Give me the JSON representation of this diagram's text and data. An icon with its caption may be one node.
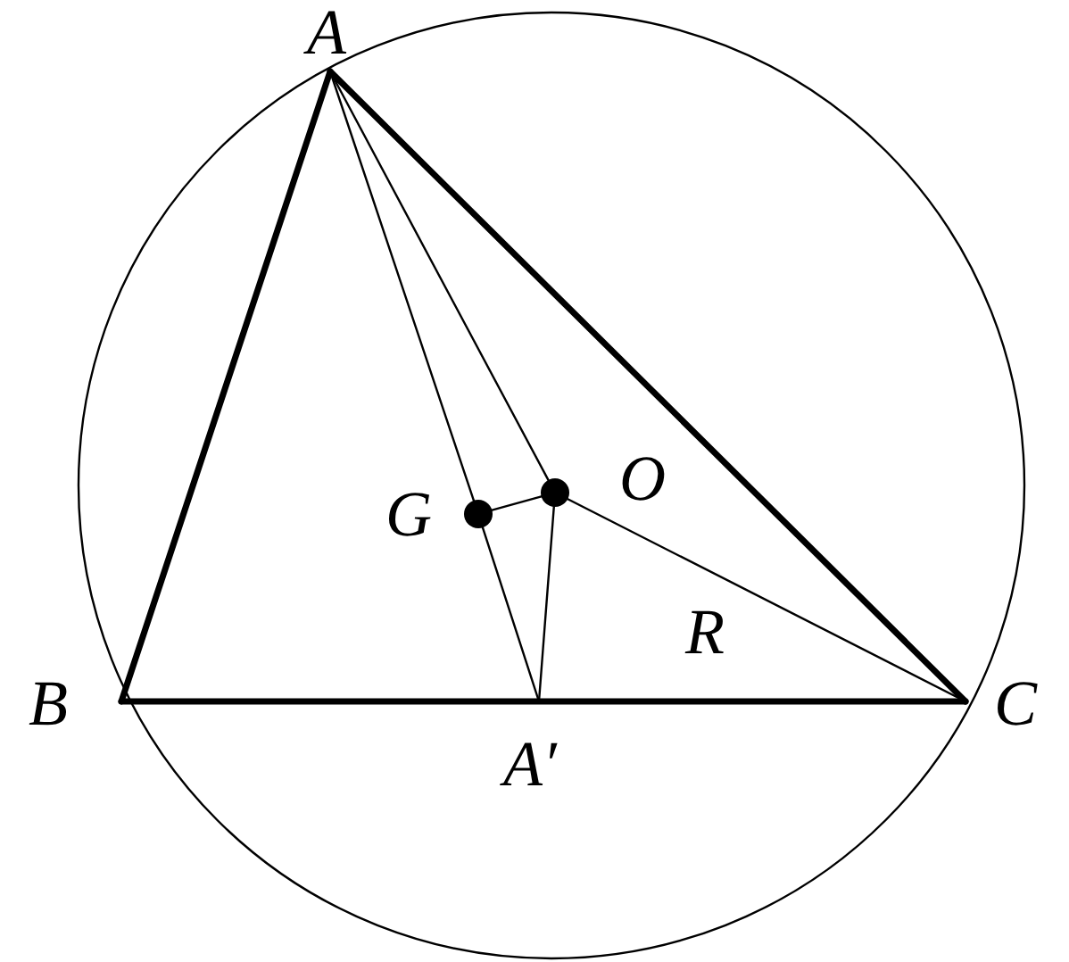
{
  "diagram": {
    "nodes": [
      {
        "text": [
          "A"
        ]
      },
      {
        "text": [
          "G"
        ]
      },
      {
        "text": [
          "O"
        ]
      },
      {
        "text": [
          "B"
        ]
      },
      {
        "text": [
          "C"
        ]
      },
      {
        "text": [
          "A′"
        ]
      }
    ],
    "edges": [
      {
        "from": 0,
        "to": 3,
        "arrow": "none",
        "style": "thick"
      },
      {
        "from": 0,
        "to": 4,
        "arrow": "none",
        "style": "thick"
      },
      {
        "from": 3,
        "to": 4,
        "arrow": "none",
        "style": "thick"
      },
      {
        "from": 0,
        "to": 1,
        "arrow": "none"
      },
      {
        "from": 1,
        "to": 5,
        "arrow": "none"
      },
      {
        "from": 0,
        "to": 2,
        "arrow": "none"
      },
      {
        "from": 1,
        "to": 2,
        "arrow": "none"
      },
      {
        "from": 2,
        "to": 5,
        "arrow": "none"
      },
      {
        "from": 2,
        "to": 4,
        "arrow": "none",
        "label": "R"
      }
    ]
  }
}
